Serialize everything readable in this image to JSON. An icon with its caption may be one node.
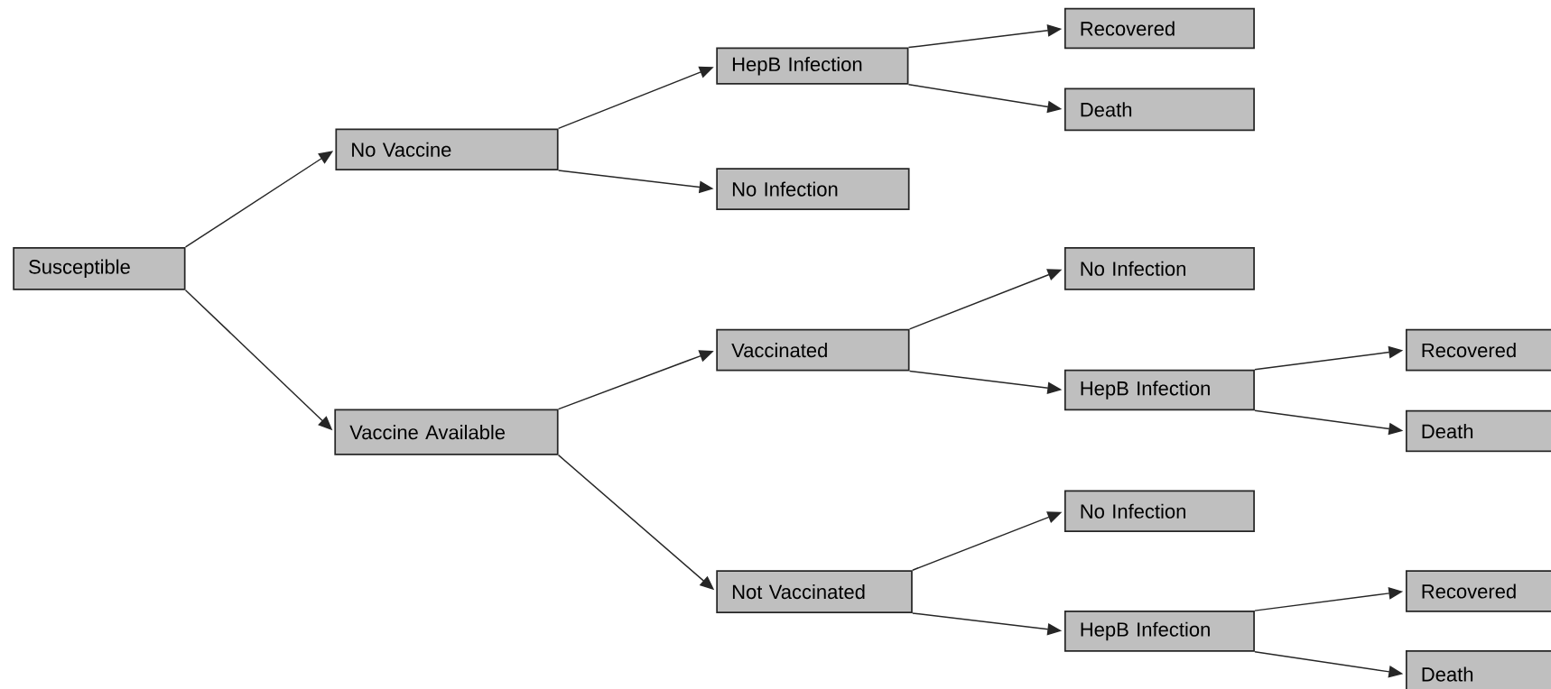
{
  "diagram": {
    "nodes": [
      {
        "text": [
          "Susceptible"
        ]
      },
      {
        "text": [
          "No Vaccine"
        ]
      },
      {
        "text": [
          "HepB Infection"
        ]
      },
      {
        "text": [
          "Recovered"
        ]
      },
      {
        "text": [
          "Death"
        ]
      },
      {
        "text": [
          "No Infection"
        ]
      },
      {
        "text": [
          "Vaccine Available"
        ]
      },
      {
        "text": [
          "Vaccinated"
        ]
      },
      {
        "text": [
          "No Infection"
        ]
      },
      {
        "text": [
          "HepB Infection"
        ]
      },
      {
        "text": [
          "Recovered"
        ]
      },
      {
        "text": [
          "Death"
        ]
      },
      {
        "text": [
          "Not Vaccinated"
        ]
      },
      {
        "text": [
          "No Infection"
        ]
      },
      {
        "text": [
          "HepB Infection"
        ]
      },
      {
        "text": [
          "Recovered"
        ]
      },
      {
        "text": [
          "Death"
        ]
      }
    ],
    "edges": [
      {
        "from": 0,
        "to": 1,
        "arrow": "to"
      },
      {
        "from": 0,
        "to": 6,
        "arrow": "to"
      },
      {
        "from": 1,
        "to": 2,
        "arrow": "to"
      },
      {
        "from": 1,
        "to": 5,
        "arrow": "to"
      },
      {
        "from": 2,
        "to": 3,
        "arrow": "to"
      },
      {
        "from": 2,
        "to": 4,
        "arrow": "to"
      },
      {
        "from": 6,
        "to": 7,
        "arrow": "to"
      },
      {
        "from": 6,
        "to": 12,
        "arrow": "to"
      },
      {
        "from": 7,
        "to": 8,
        "arrow": "to"
      },
      {
        "from": 7,
        "to": 9,
        "arrow": "to"
      },
      {
        "from": 9,
        "to": 10,
        "arrow": "to"
      },
      {
        "from": 9,
        "to": 11,
        "arrow": "to"
      },
      {
        "from": 12,
        "to": 13,
        "arrow": "to"
      },
      {
        "from": 12,
        "to": 14,
        "arrow": "to"
      },
      {
        "from": 14,
        "to": 15,
        "arrow": "to"
      },
      {
        "from": 14,
        "to": 16,
        "arrow": "to"
      }
    ]
  }
}
